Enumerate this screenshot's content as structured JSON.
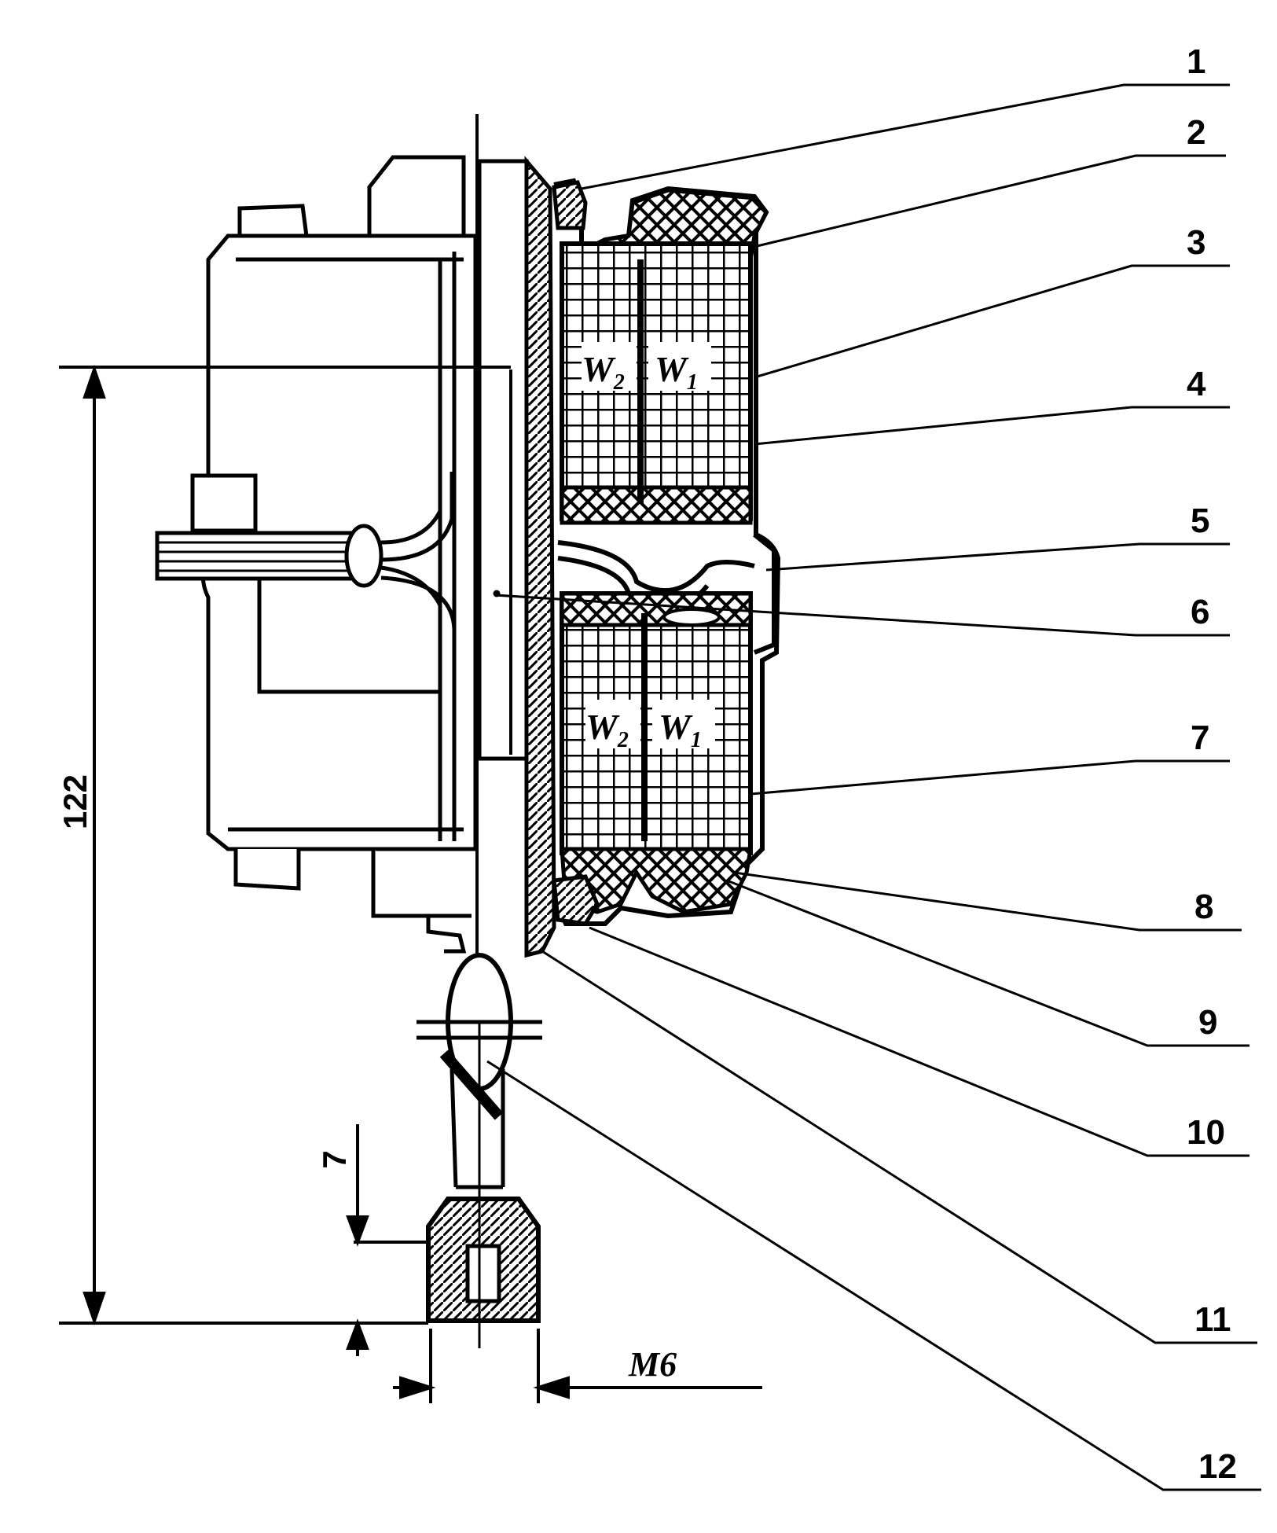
{
  "callouts": [
    "1",
    "2",
    "3",
    "4",
    "5",
    "6",
    "7",
    "8",
    "9",
    "10",
    "11",
    "12"
  ],
  "dimensions": {
    "height": "122",
    "small": "7",
    "thread": "M6"
  },
  "coil_labels": {
    "w2_main": "W",
    "w2_sub": "2",
    "w1_main": "W",
    "w1_sub": "1"
  },
  "colors": {
    "ink": "#000000",
    "paper": "#ffffff"
  }
}
